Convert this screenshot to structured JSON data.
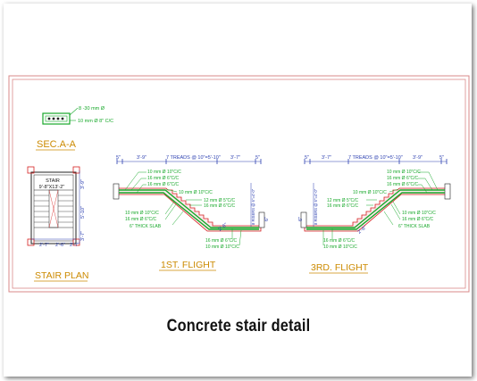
{
  "caption": "Concrete stair detail",
  "section": {
    "title": "SEC.A-A",
    "bar_top": "8 -30 mm Ø",
    "bar_bottom": "10 mm Ø 8\" C/C"
  },
  "plan": {
    "title": "STAIR PLAN",
    "label_name": "STAIR",
    "label_size": "9'-8\"X13'-2\"",
    "dim_top_right": "3'-9\"",
    "dim_mid_right": "5'-10\"",
    "dim_low_right": "3'-7\"",
    "dim_bottom_left": "2'-7\"",
    "dim_bottom_mid": "2'-6\"",
    "dim_bottom_right": "2'-7\""
  },
  "flight1": {
    "title": "1ST. FLIGHT",
    "dim_edge_left": "5\"",
    "dim_landing_left": "3'-9\"",
    "dim_treads": "7 TREADS @ 10\"=5'-10\"",
    "dim_landing_right": "3'-7\"",
    "dim_edge_right": "5\"",
    "rise": "8 RISERS @ 6\"=4'-0\"",
    "slope": "2'-6\"",
    "side": "6\"",
    "notes": [
      "10 mm Ø 10\"C/C",
      "16 mm Ø 6\"C/C",
      "16 mm Ø 6\"C/C",
      "10 mm Ø 10\"C/C",
      "12 mm Ø 5\"C/C",
      "16 mm Ø 6\"C/C",
      "10 mm Ø 10\"C/C",
      "16 mm Ø 6\"C/C",
      "6\" THICK SLAB",
      "16 mm Ø 6\"C/C",
      "10 mm Ø 10\"C/C"
    ]
  },
  "flight3": {
    "title": "3RD. FLIGHT",
    "dim_edge_left": "5\"",
    "dim_landing_left": "3'-7\"",
    "dim_treads": "7 TREADS @ 10\"=5'-10\"",
    "dim_landing_right": "3'-9\"",
    "dim_edge_right": "5\"",
    "rise": "8 RISERS @ 6\"=4'-0\"",
    "slope": "2'-6\"",
    "side": "6\"",
    "notes": [
      "10 mm Ø 10\"C/C",
      "16 mm Ø 6\"C/C",
      "16 mm Ø 6\"C/C",
      "10 mm Ø 10\"C/C",
      "12 mm Ø 5\"C/C",
      "16 mm Ø 6\"C/C",
      "10 mm Ø 10\"C/C",
      "16 mm Ø 6\"C/C",
      "6\" THICK SLAB",
      "16 mm Ø 6\"C/C",
      "10 mm Ø 10\"C/C"
    ]
  },
  "colors": {
    "green": "#17a82a",
    "red": "#d42020",
    "blue": "#2b3fb0",
    "frame": "#d98a8a",
    "title": "#cc8a00",
    "line": "#222222"
  }
}
